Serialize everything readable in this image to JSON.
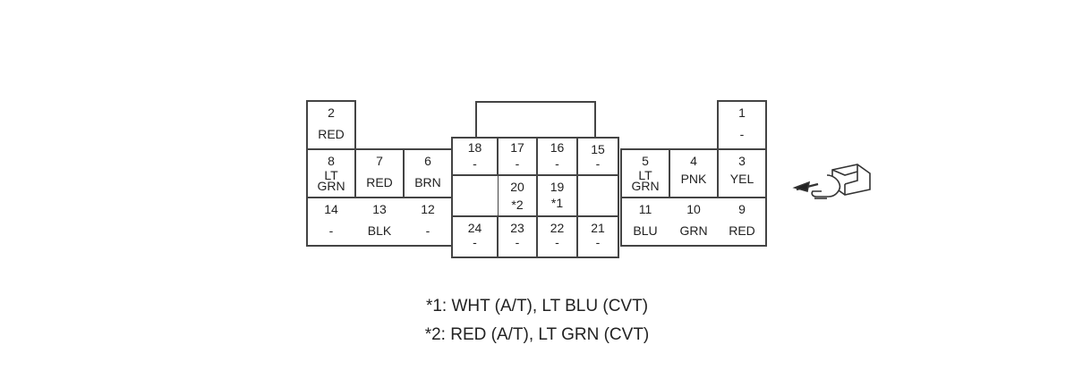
{
  "connector": {
    "pins": [
      {
        "num": "1",
        "color": "-"
      },
      {
        "num": "2",
        "color": "RED"
      },
      {
        "num": "3",
        "color": "YEL"
      },
      {
        "num": "4",
        "color": "PNK"
      },
      {
        "num": "5",
        "color": "LT GRN"
      },
      {
        "num": "6",
        "color": "BRN"
      },
      {
        "num": "7",
        "color": "RED"
      },
      {
        "num": "8",
        "color": "LT GRN"
      },
      {
        "num": "9",
        "color": "RED"
      },
      {
        "num": "10",
        "color": "GRN"
      },
      {
        "num": "11",
        "color": "BLU"
      },
      {
        "num": "12",
        "color": "-"
      },
      {
        "num": "13",
        "color": "BLK"
      },
      {
        "num": "14",
        "color": "-"
      },
      {
        "num": "15",
        "color": "-"
      },
      {
        "num": "16",
        "color": "-"
      },
      {
        "num": "17",
        "color": "-"
      },
      {
        "num": "18",
        "color": "-"
      },
      {
        "num": "19",
        "color": "*1"
      },
      {
        "num": "20",
        "color": "*2"
      },
      {
        "num": "21",
        "color": "-"
      },
      {
        "num": "22",
        "color": "-"
      },
      {
        "num": "23",
        "color": "-"
      },
      {
        "num": "24",
        "color": "-"
      }
    ]
  },
  "notes": {
    "note1": "*1: WHT (A/T), LT BLU (CVT)",
    "note2": "*2: RED (A/T), LT GRN (CVT)"
  },
  "icons": {
    "connector_view": "hand-pointing-connector-icon"
  }
}
